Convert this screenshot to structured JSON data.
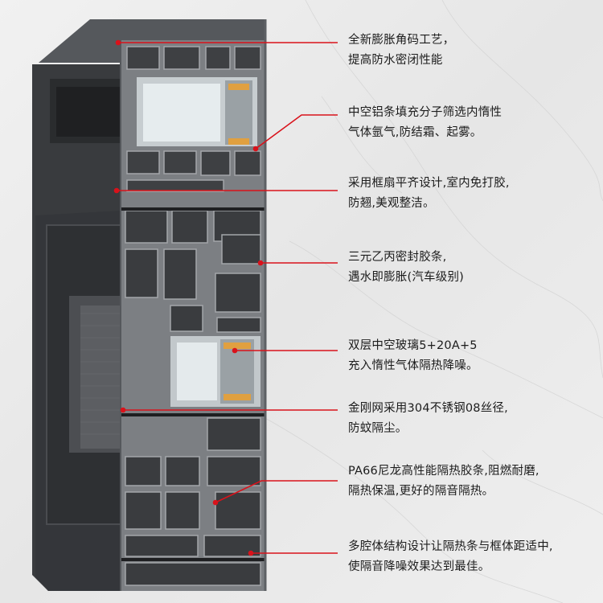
{
  "callouts": [
    {
      "lines": [
        "全新膨胀角码工艺，",
        "提高防水密闭性能"
      ]
    },
    {
      "lines": [
        "中空铝条填充分子筛选内惰性",
        "气体氩气,防结霜、起雾。"
      ]
    },
    {
      "lines": [
        "采用框扇平齐设计,室内免打胶,",
        "防翘,美观整洁。"
      ]
    },
    {
      "lines": [
        "三元乙丙密封胶条,",
        "遇水即膨胀(汽车级别)"
      ]
    },
    {
      "lines": [
        "双层中空玻璃5+20A+5",
        "充入惰性气体隔热降噪。"
      ]
    },
    {
      "lines": [
        "金刚网采用304不锈钢08丝径,",
        "防蚊隔尘。"
      ]
    },
    {
      "lines": [
        "PA66尼龙高性能隔热胶条,阻燃耐磨,",
        "隔热保温,更好的隔音隔热。"
      ]
    },
    {
      "lines": [
        "多腔体结构设计让隔热条与框体距适中,",
        "使隔音降噪效果达到最佳。"
      ]
    }
  ],
  "colors": {
    "leader_line": "#d9121b",
    "frame_face": "#3b3d40",
    "profile_section": "#8c8f93",
    "background": "#e9e9e9"
  }
}
